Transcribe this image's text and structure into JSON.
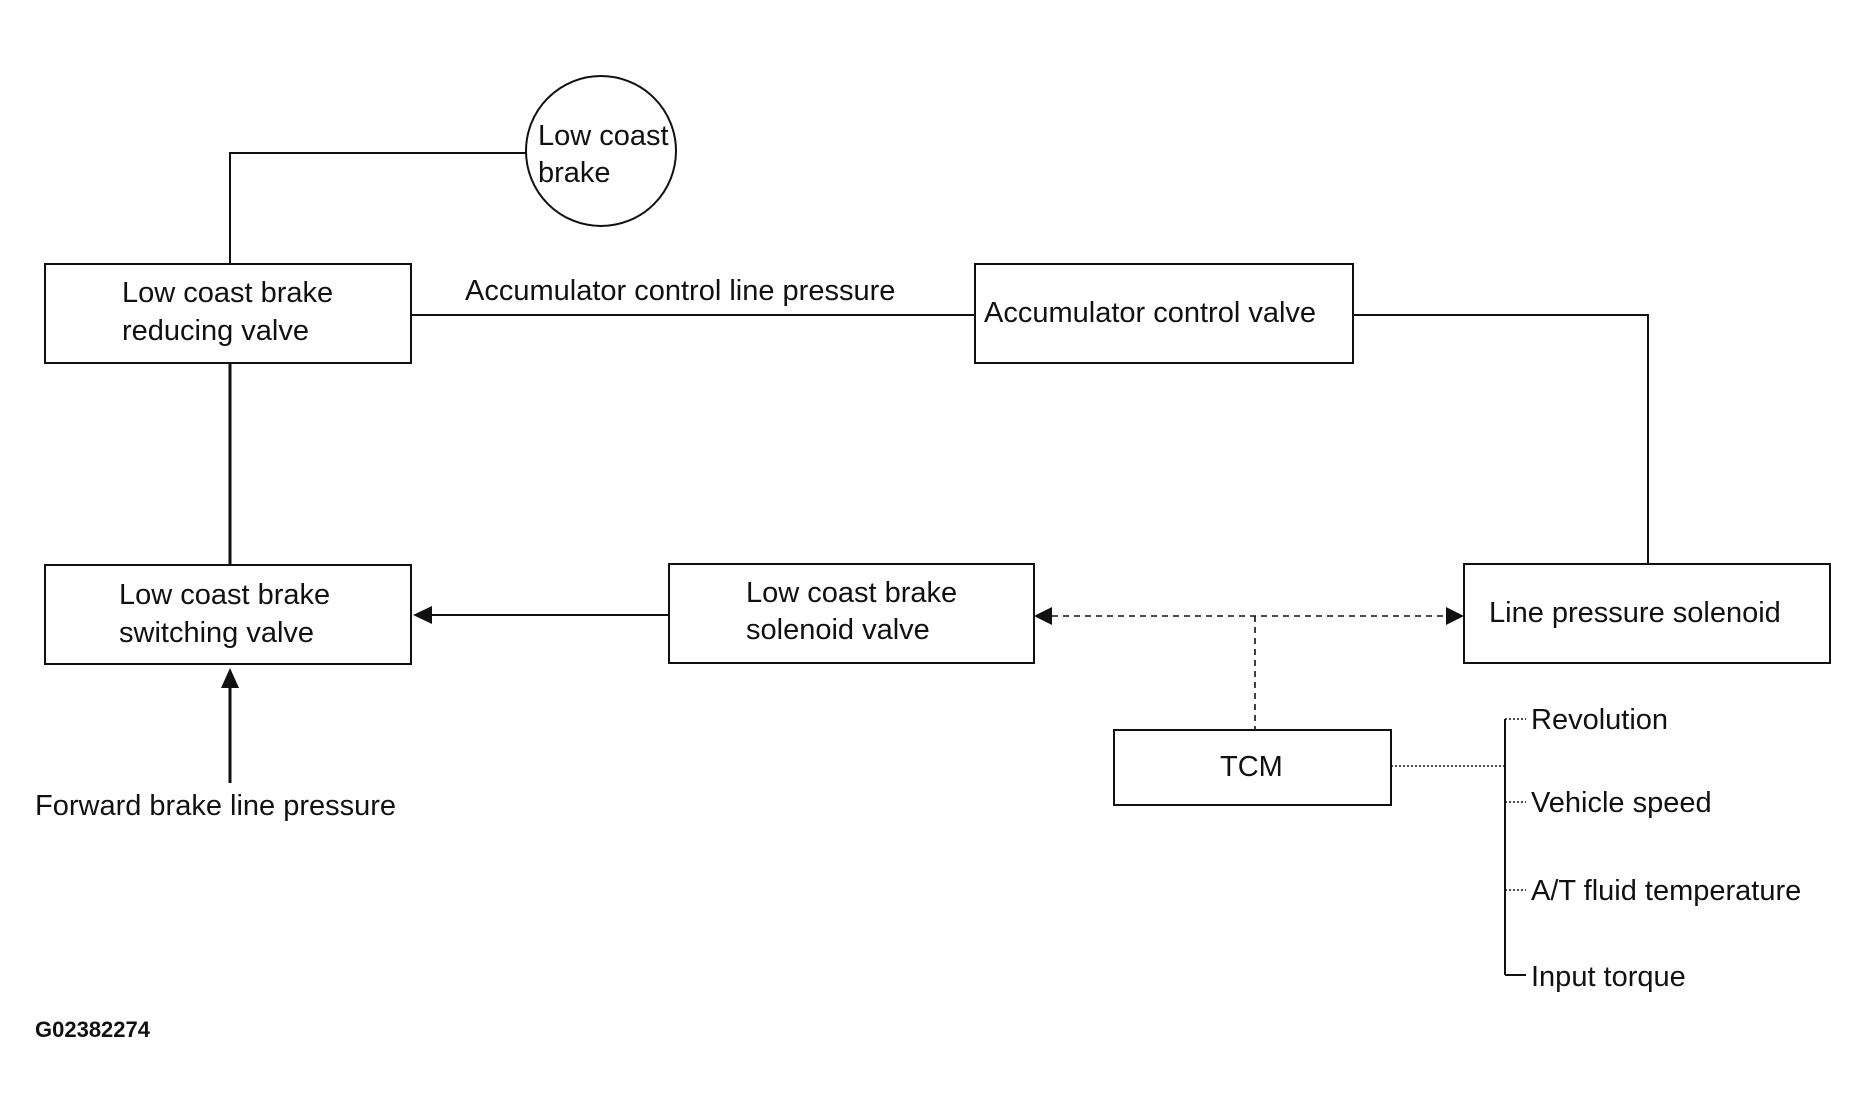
{
  "colors": {
    "ink": "#111111",
    "background": "#ffffff"
  },
  "nodes": {
    "low_coast_brake": {
      "line1": "Low coast",
      "line2": "brake"
    },
    "reducing_valve": {
      "line1": "Low coast brake",
      "line2": "reducing valve"
    },
    "accumulator_control_valve": {
      "label": "Accumulator control valve"
    },
    "switching_valve": {
      "line1": "Low coast brake",
      "line2": "switching valve"
    },
    "solenoid_valve": {
      "line1": "Low coast brake",
      "line2": "solenoid valve"
    },
    "line_pressure_solenoid": {
      "label": "Line pressure solenoid"
    },
    "tcm": {
      "label": "TCM"
    }
  },
  "labels": {
    "accumulator_line_pressure": "Accumulator control line pressure",
    "forward_brake_line_pressure": "Forward brake line pressure"
  },
  "tcm_inputs": [
    "Revolution",
    "Vehicle speed",
    "A/T fluid temperature",
    "Input torque"
  ],
  "figure_id": "G02382274"
}
